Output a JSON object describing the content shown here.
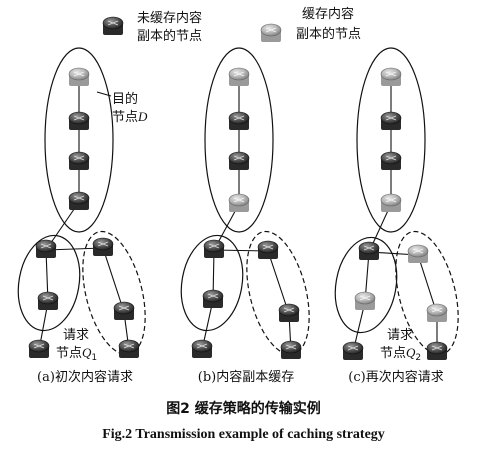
{
  "legend": {
    "uncached_line1": "未缓存内容",
    "uncached_line2": "副本的节点",
    "cached_line1": "缓存内容",
    "cached_line2": "副本的节点"
  },
  "annotations": {
    "target_line1": "目的",
    "target_line2_prefix": "节点",
    "target_symbol": "D",
    "requestA_line1": "请求",
    "requestA_line2_prefix": "节点",
    "requestA_symbol": "Q",
    "requestA_subscript": "1",
    "requestC_line1": "请求",
    "requestC_line2_prefix": "节点",
    "requestC_symbol": "Q",
    "requestC_subscript": "2"
  },
  "subcaptions": {
    "a": "(a)初次内容请求",
    "b": "(b)内容副本缓存",
    "c": "(c)再次内容请求"
  },
  "caption": {
    "chinese": "图2   缓存策略的传输实例",
    "english": "Fig.2   Transmission example of caching strategy"
  },
  "colors": {
    "uncached_node": "#555555",
    "cached_node": "#a9a9a9",
    "line": "#111111"
  }
}
